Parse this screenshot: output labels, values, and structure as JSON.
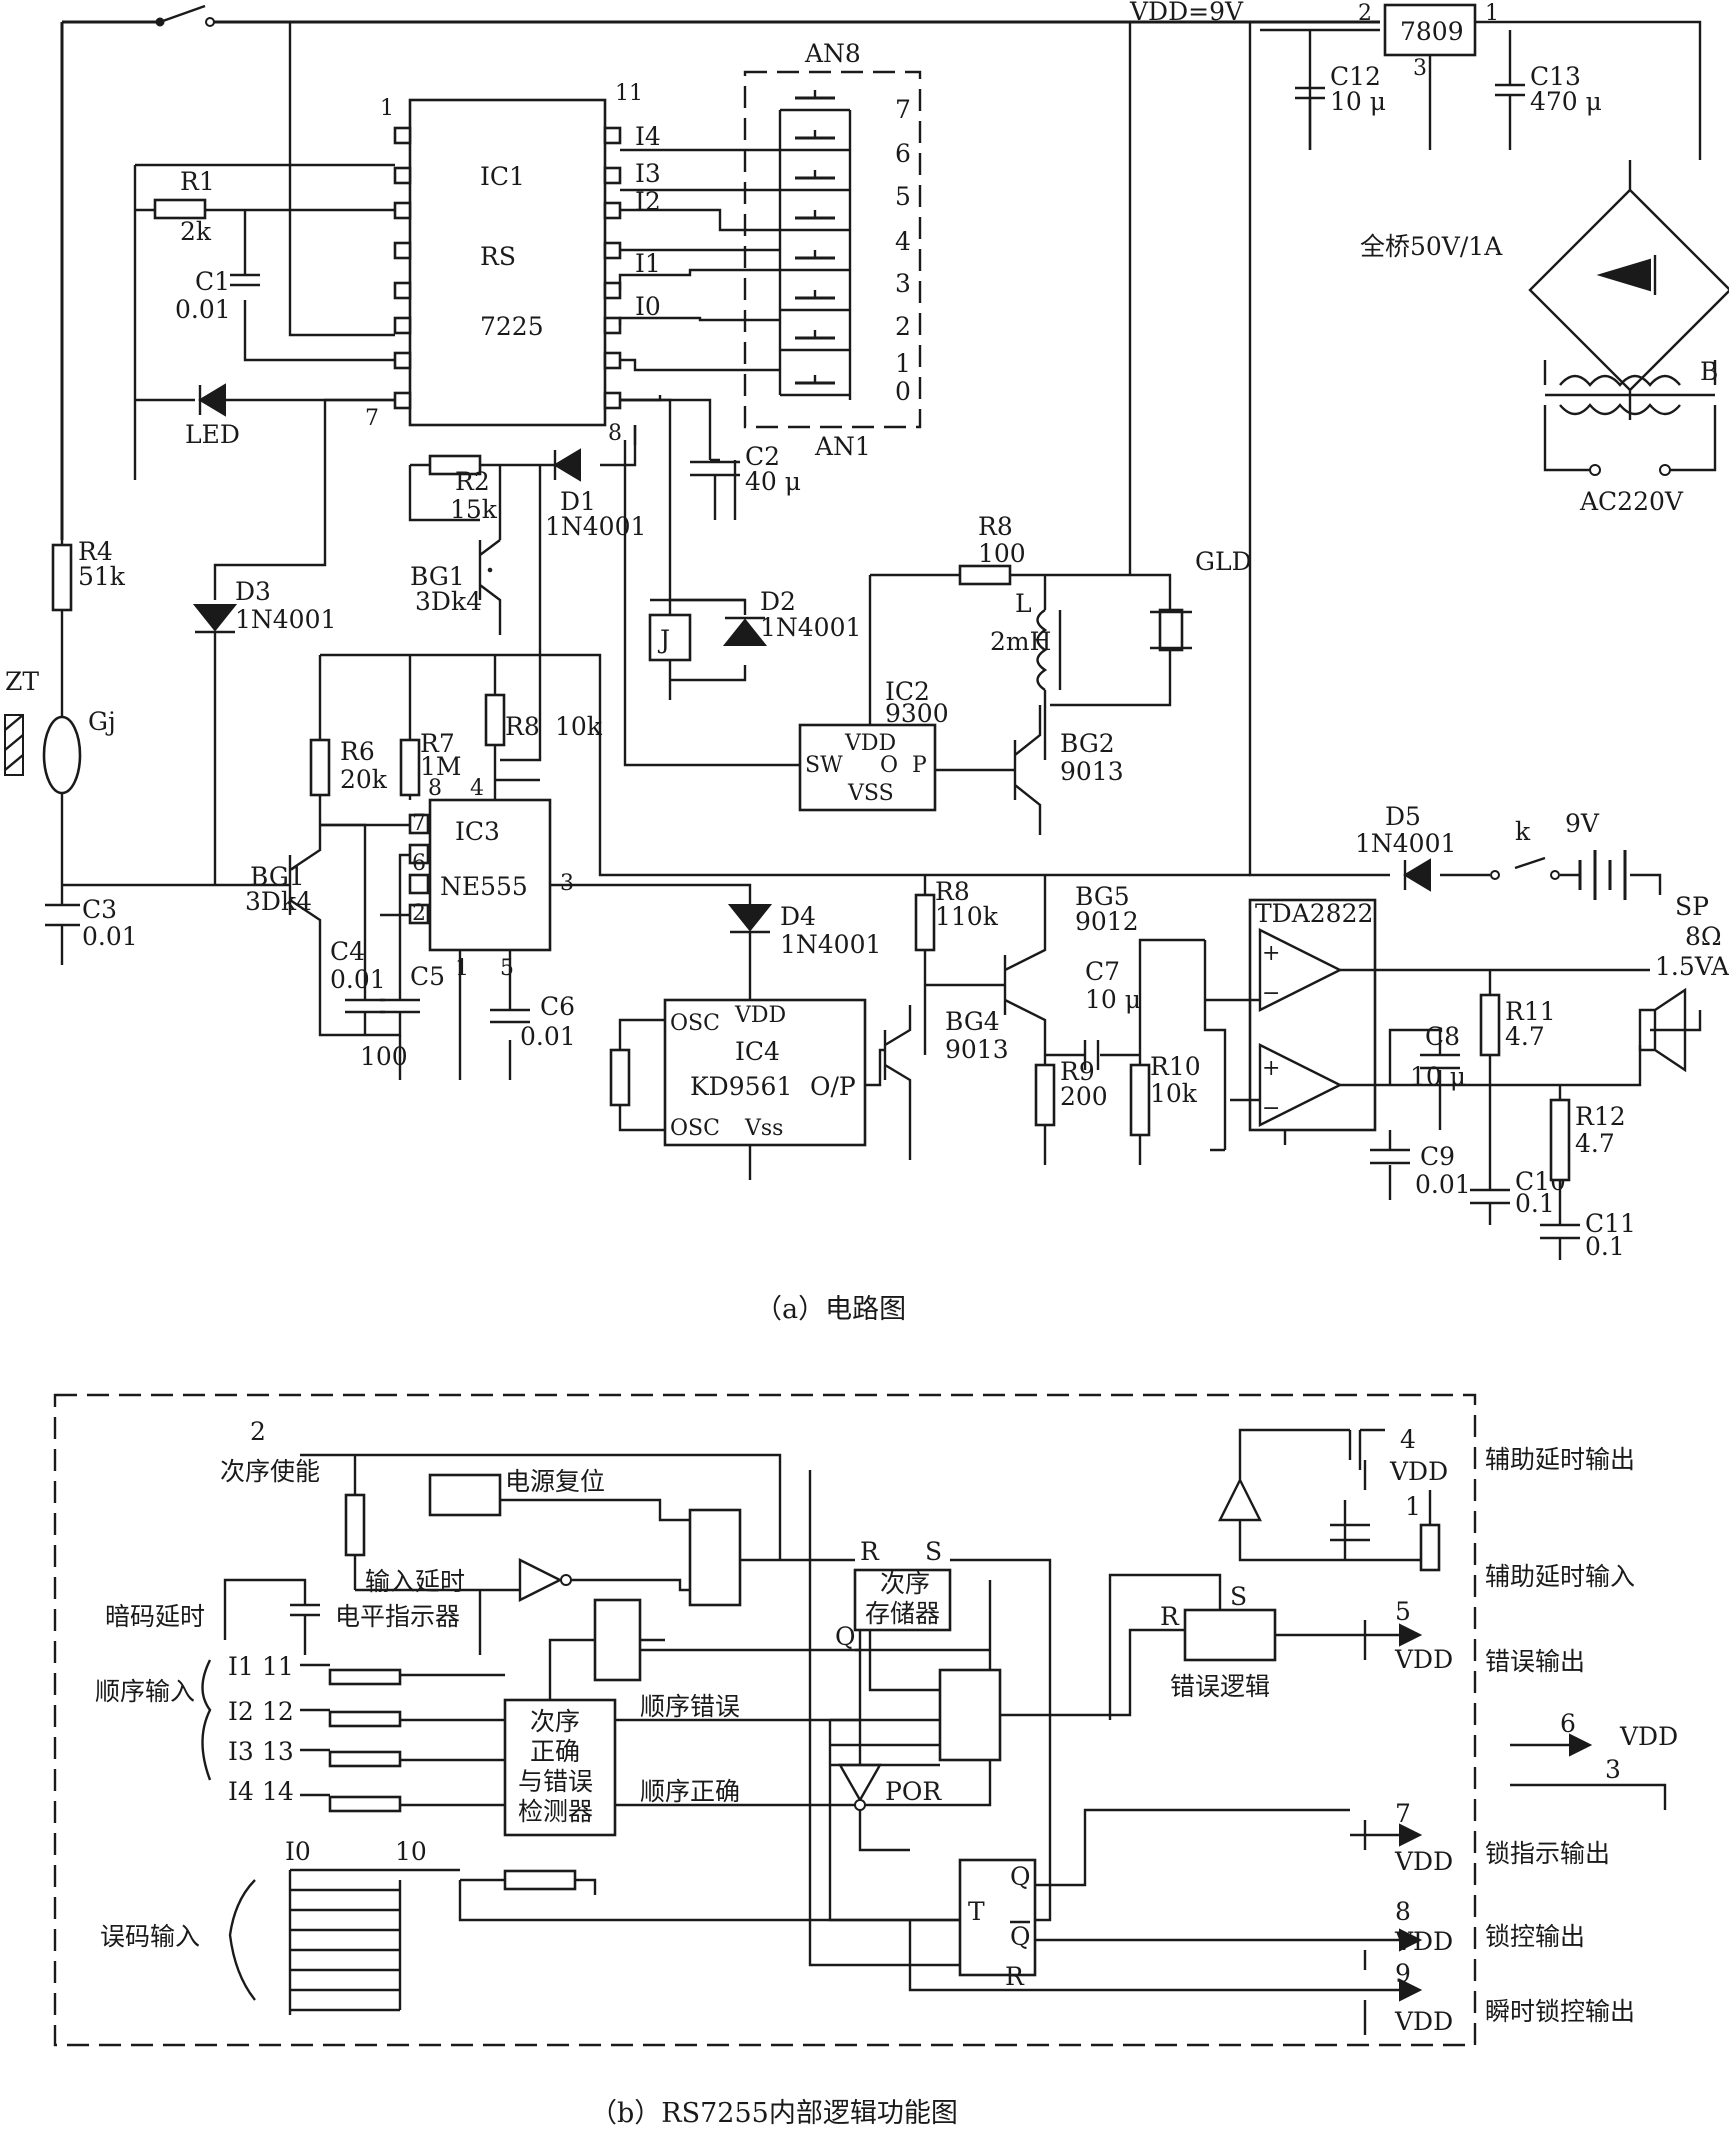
{
  "circuit": {
    "caption": "（a）电路图",
    "vdd": "VDD=9V",
    "ic1": {
      "name": "IC1",
      "part1": "RS",
      "part2": "7225",
      "pin1": "1",
      "pin7": "7",
      "pin8": "8",
      "pin11": "11"
    },
    "inputs": [
      "I4",
      "I3",
      "I2",
      "I1",
      "I0"
    ],
    "keys": {
      "top": "AN8",
      "bottom": "AN1",
      "numbers": [
        "7",
        "6",
        "5",
        "4",
        "3",
        "2",
        "1",
        "0"
      ]
    },
    "regulator": {
      "name": "7809",
      "pin2": "2",
      "pin1": "1",
      "pin3": "3"
    },
    "c12": {
      "name": "C12",
      "value": "10 μ"
    },
    "c13": {
      "name": "C13",
      "value": "470 μ"
    },
    "bridge": "全桥50V/1A",
    "transformer": "B",
    "mains": "AC220V",
    "r1": {
      "name": "R1",
      "value": "2k"
    },
    "c1": {
      "name": "C1",
      "value": "0.01"
    },
    "led": "LED",
    "r2": {
      "name": "R2",
      "value": "15k"
    },
    "d1": {
      "name": "D1",
      "value": "1N4001"
    },
    "c2": {
      "name": "C2",
      "value": "40 μ"
    },
    "bg1a": {
      "name": "BG1",
      "value": "3Dk4"
    },
    "r4": {
      "name": "R4",
      "value": "51k"
    },
    "d3": {
      "name": "D3",
      "value": "1N4001"
    },
    "zt": "ZT",
    "gj": "Gj",
    "relay": "J",
    "d2": {
      "name": "D2",
      "value": "1N4001"
    },
    "r8a": {
      "name": "R8",
      "value": "100"
    },
    "inductor": {
      "name": "L",
      "value": "2mH"
    },
    "gld": "GLD",
    "ic2": {
      "name": "IC2",
      "part": "9300",
      "vdd": "VDD",
      "sw": "SW",
      "o": "O",
      "p": "P",
      "vss": "VSS"
    },
    "bg2": {
      "name": "BG2",
      "value": "9013"
    },
    "r6": {
      "name": "R6",
      "value": "20k"
    },
    "r7": {
      "name": "R7",
      "value": "1M"
    },
    "r8b": {
      "name": "R8",
      "value": "10k"
    },
    "ic3": {
      "name": "IC3",
      "part": "NE555",
      "p8": "8",
      "p4": "4",
      "p7": "7",
      "p6": "6",
      "p2": "2",
      "p3": "3",
      "p1": "1",
      "p5": "5"
    },
    "bg1b": {
      "name": "BG1",
      "value": "3Dk4"
    },
    "c3": {
      "name": "C3",
      "value": "0.01"
    },
    "c4": {
      "name": "C4",
      "value": "0.01"
    },
    "c5": {
      "name": "C5",
      "value": "100"
    },
    "c6": {
      "name": "C6",
      "value": "0.01"
    },
    "d4": {
      "name": "D4",
      "value": "1N4001"
    },
    "ic4": {
      "name": "IC4",
      "part": "KD9561",
      "vdd": "VDD",
      "osc": "OSC",
      "op": "O/P",
      "vss": "Vss"
    },
    "r8c": {
      "name": "R8",
      "value": "110k"
    },
    "bg4": {
      "name": "BG4",
      "value": "9013"
    },
    "bg5": {
      "name": "BG5",
      "value": "9012"
    },
    "c7": {
      "name": "C7",
      "value": "10 μ"
    },
    "r9": {
      "name": "R9",
      "value": "200"
    },
    "r10": {
      "name": "R10",
      "value": "10k"
    },
    "d5": {
      "name": "D5",
      "value": "1N4001"
    },
    "switch_k": "k",
    "battery": "9V",
    "amp": "TDA2822",
    "speaker": {
      "name": "SP",
      "ohm": "8Ω",
      "power": "1.5VA"
    },
    "c8": {
      "name": "C8",
      "value": "10 μ"
    },
    "r11": {
      "name": "R11",
      "value": "4.7"
    },
    "c9": {
      "name": "C9",
      "value": "0.01"
    },
    "c10": {
      "name": "C10",
      "value": "0.1"
    },
    "r12": {
      "name": "R12",
      "value": "4.7"
    },
    "c11": {
      "name": "C11",
      "value": "0.1"
    }
  },
  "logic": {
    "caption": "（b）RS7255内部逻辑功能图",
    "seq_enable_pin": "2",
    "seq_enable": "次序使能",
    "power_reset": "电源复位",
    "input_delay": "输入延时",
    "level_indicator": "电平指示器",
    "code_delay": "暗码延时",
    "sequential_input": "顺序输入",
    "inputs": [
      {
        "name": "I1",
        "pin": "11"
      },
      {
        "name": "I2",
        "pin": "12"
      },
      {
        "name": "I3",
        "pin": "13"
      },
      {
        "name": "I4",
        "pin": "14"
      }
    ],
    "detector": [
      "次序",
      "正确",
      "与错误",
      "检测器"
    ],
    "seq_error": "顺序错误",
    "seq_correct": "顺序正确",
    "r": "R",
    "s": "S",
    "q": "Q",
    "memory": [
      "次序",
      "存储器"
    ],
    "por": "POR",
    "error_logic": "错误逻辑",
    "i0": "I0",
    "i0_pin": "10",
    "error_input": "误码输入",
    "t": "T",
    "vdd": "VDD",
    "outputs": [
      {
        "pin": "4",
        "label": "辅助延时输出"
      },
      {
        "pin": "1",
        "label": "辅助延时输入"
      },
      {
        "pin": "5",
        "label": "错误输出"
      },
      {
        "pin": "6",
        "label": "VDD"
      },
      {
        "pin": "3",
        "label": ""
      },
      {
        "pin": "7",
        "label": "锁指示输出"
      },
      {
        "pin": "8",
        "label": "锁控输出"
      },
      {
        "pin": "9",
        "label": "瞬时锁控输出"
      }
    ]
  }
}
